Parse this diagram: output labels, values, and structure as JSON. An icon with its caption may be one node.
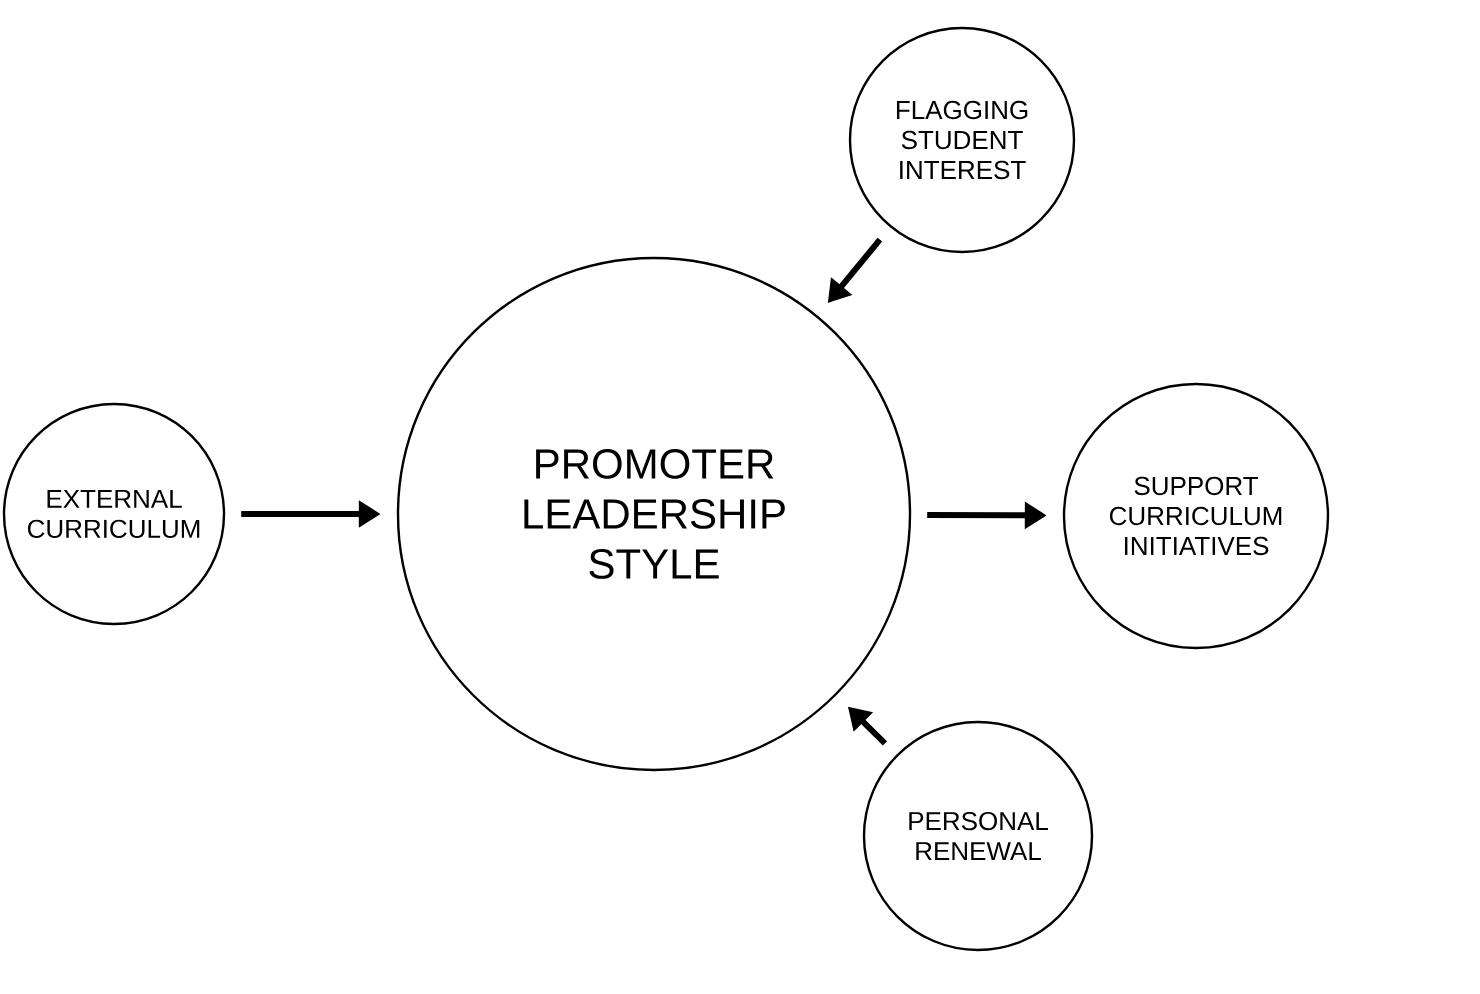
{
  "diagram": {
    "nodes": [
      {
        "text": [
          "PROMOTER LEADERSHIP STYLE"
        ]
      },
      {
        "text": [
          "FLAGGING STUDENT INTEREST"
        ]
      },
      {
        "text": [
          "EXTERNAL CURRICULUM"
        ]
      },
      {
        "text": [
          "SUPPORT CURRICULUM INITIATIVES"
        ]
      },
      {
        "text": [
          "PERSONAL RENEWAL"
        ]
      }
    ],
    "edges": [
      {
        "from": 1,
        "to": 0,
        "arrow": "to"
      },
      {
        "from": 2,
        "to": 0,
        "arrow": "to"
      },
      {
        "from": 0,
        "to": 3,
        "arrow": "to"
      },
      {
        "from": 4,
        "to": 0,
        "arrow": "to"
      }
    ]
  }
}
